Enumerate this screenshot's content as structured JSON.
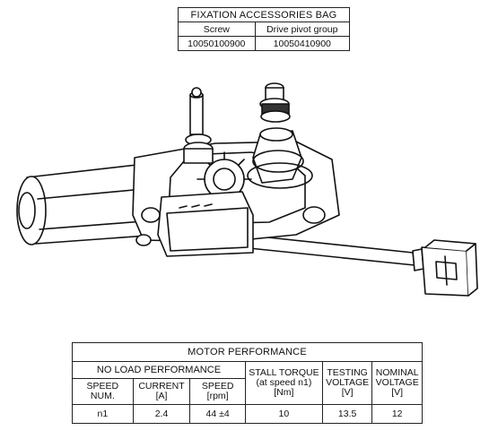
{
  "accessories": {
    "title": "FIXATION ACCESSORIES BAG",
    "columns": [
      "Screw",
      "Drive pivot group"
    ],
    "codes": [
      "10050100900",
      "10050410900"
    ]
  },
  "performance": {
    "title": "MOTOR PERFORMANCE",
    "no_load_group": "NO LOAD PERFORMANCE",
    "headers": {
      "speed_num": [
        "SPEED",
        "NUM."
      ],
      "current": [
        "CURRENT",
        "[A]"
      ],
      "speed": [
        "SPEED",
        "[rpm]"
      ],
      "stall_torque": [
        "STALL TORQUE",
        "(at speed n1)",
        "[Nm]"
      ],
      "testing_voltage": [
        "TESTING",
        "VOLTAGE",
        "[V]"
      ],
      "nominal_voltage": [
        "NOMINAL",
        "VOLTAGE",
        "[V]"
      ]
    },
    "row": {
      "speed_num": "n1",
      "current": "2.4",
      "speed": "44 ±4",
      "stall_torque": "10",
      "testing_voltage": "13.5",
      "nominal_voltage": "12"
    }
  }
}
